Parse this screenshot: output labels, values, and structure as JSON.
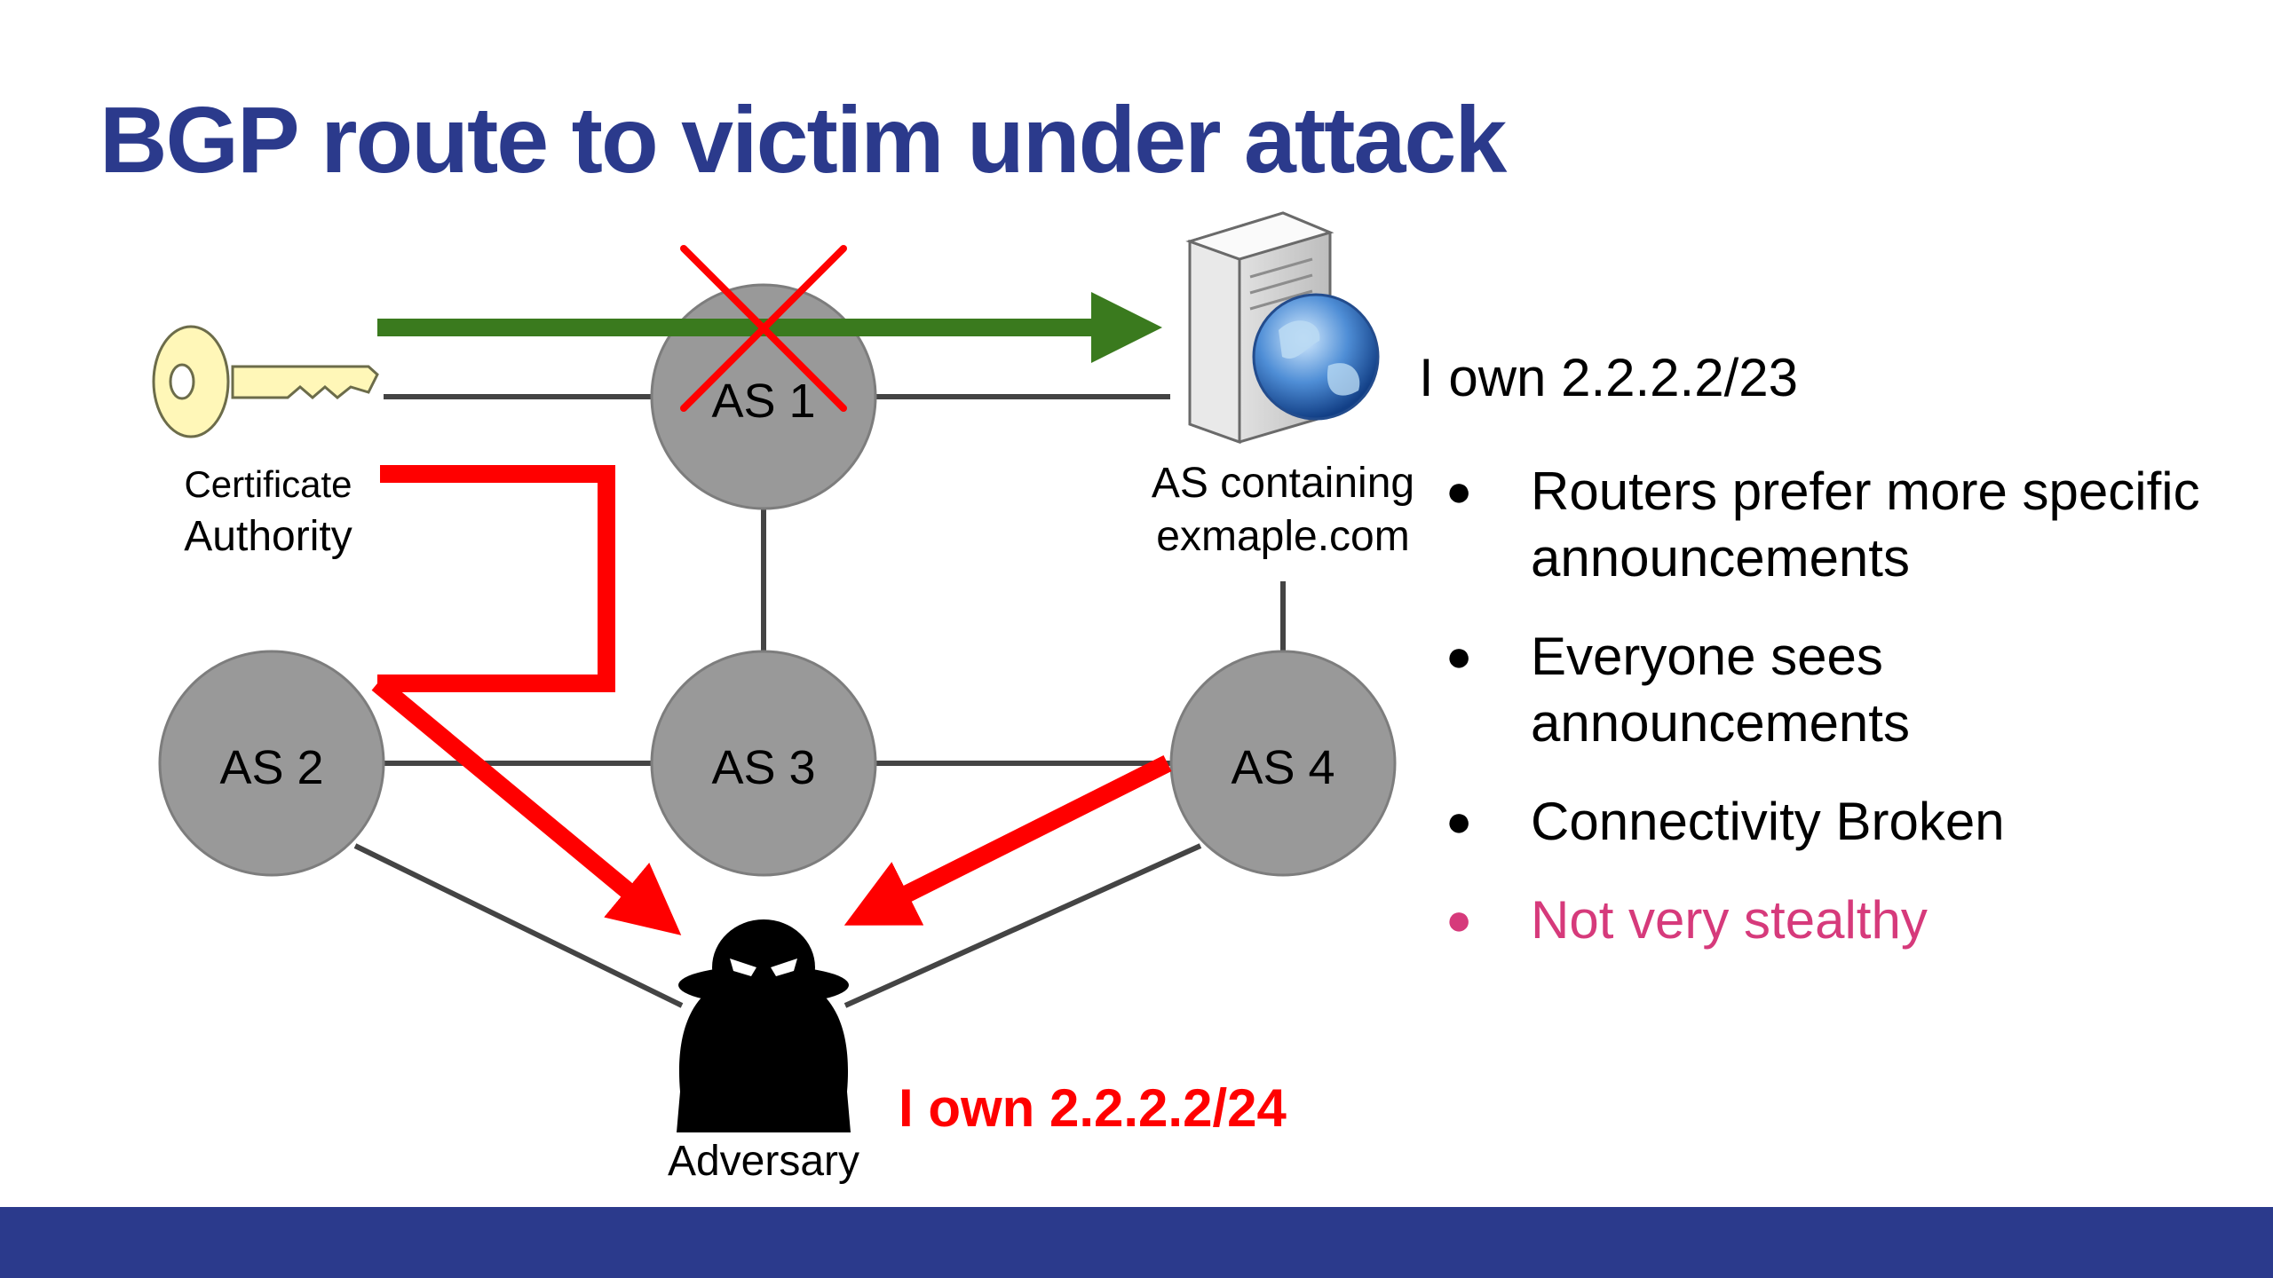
{
  "slide": {
    "title": "BGP route to victim under attack"
  },
  "diagram": {
    "nodes": {
      "as1": "AS 1",
      "as2": "AS 2",
      "as3": "AS 3",
      "as4": "AS 4"
    },
    "labels": {
      "ca_line1": "Certificate",
      "ca_line2": "Authority",
      "target_line1": "AS containing",
      "target_line2": "exmaple.com",
      "adversary": "Adversary",
      "legit_claim": "I own 2.2.2.2/23",
      "attack_claim": "I own 2.2.2.2/24"
    },
    "icons": [
      "key-icon",
      "server-icon",
      "globe-icon",
      "spy-icon"
    ],
    "colors": {
      "node_fill": "#999999",
      "link": "#444444",
      "legit_route": "#3a7a1e",
      "attack_route": "#ff0000",
      "title": "#2b3a8c"
    }
  },
  "bullets": [
    {
      "text": "Routers prefer more specific announcements"
    },
    {
      "text": "Everyone sees announcements"
    },
    {
      "text": "Connectivity Broken"
    },
    {
      "text": "Not very stealthy"
    }
  ]
}
